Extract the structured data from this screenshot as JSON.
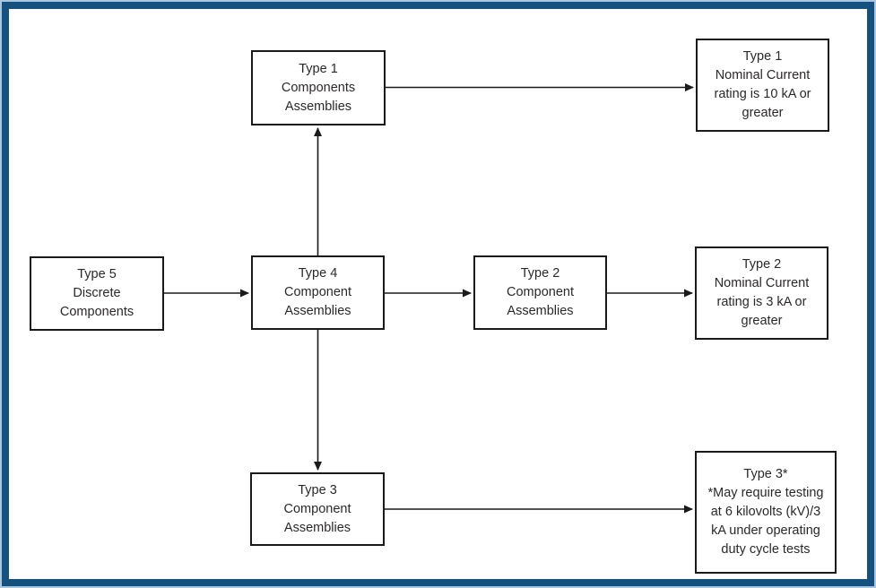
{
  "colors": {
    "frame-dark": "#15517e",
    "frame-light": "#a9c7e0",
    "box-border": "#1a1a1a",
    "text": "#2b2829",
    "background": "#ffffff"
  },
  "nodes": {
    "type1_components": {
      "text": "Type 1\nComponents\nAssemblies"
    },
    "type1_rating": {
      "text": "Type 1\nNominal Current\nrating is 10 kA or\ngreater"
    },
    "type5_discrete": {
      "text": "Type 5\nDiscrete\nComponents"
    },
    "type4_assemblies": {
      "text": "Type 4\nComponent\nAssemblies"
    },
    "type2_assemblies": {
      "text": "Type 2\nComponent\nAssemblies"
    },
    "type2_rating": {
      "text": "Type 2\nNominal Current\nrating is 3 kA or\ngreater"
    },
    "type3_assemblies": {
      "text": "Type 3\nComponent\nAssemblies"
    },
    "type3_rating": {
      "text": "Type 3*\n*May require testing\nat 6 kilovolts (kV)/3\nkA under operating\nduty cycle tests"
    }
  },
  "arrows": [
    {
      "from": "type4_assemblies",
      "to": "type1_components"
    },
    {
      "from": "type1_components",
      "to": "type1_rating"
    },
    {
      "from": "type5_discrete",
      "to": "type4_assemblies"
    },
    {
      "from": "type4_assemblies",
      "to": "type2_assemblies"
    },
    {
      "from": "type2_assemblies",
      "to": "type2_rating"
    },
    {
      "from": "type4_assemblies",
      "to": "type3_assemblies"
    },
    {
      "from": "type3_assemblies",
      "to": "type3_rating"
    }
  ]
}
